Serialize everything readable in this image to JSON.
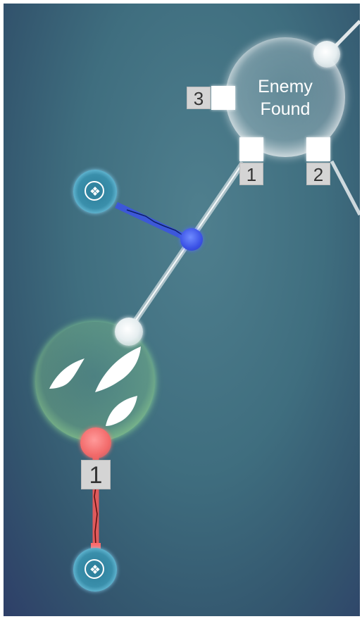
{
  "enemy_node": {
    "label_line1": "Enemy",
    "label_line2": "Found",
    "ports": [
      {
        "label": "3"
      },
      {
        "label": "1"
      },
      {
        "label": "2"
      }
    ]
  },
  "unit_node": {
    "port_label": "1",
    "icon": "flame-unit-icon"
  },
  "links": [
    {
      "name": "white-link",
      "color": "#ffffff"
    },
    {
      "name": "blue-link",
      "color": "#3b52e6"
    },
    {
      "name": "red-link",
      "color": "#f25a5a"
    }
  ],
  "colors": {
    "background_top": "#4f7f8e",
    "background_bottom": "#2e3f68",
    "small_node": "#3a8fab",
    "unit_node_rim": "#aaf096"
  }
}
